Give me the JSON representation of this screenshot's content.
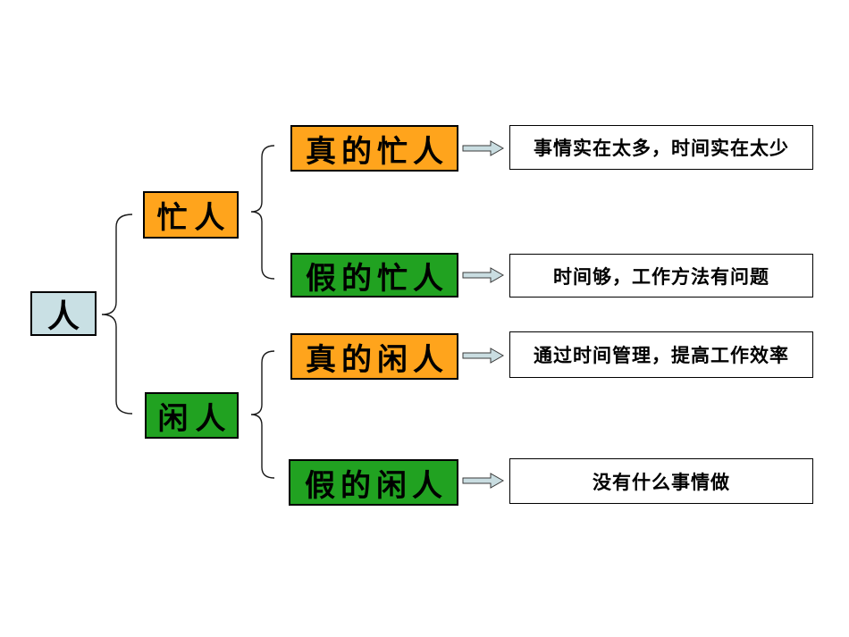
{
  "diagram": {
    "title_hint": "time-management classification of people",
    "root": {
      "label": "人"
    },
    "branches": [
      {
        "label": "忙人",
        "color": "#ffa41c",
        "children": [
          {
            "label": "真的忙人",
            "color": "#ffa41c",
            "note": "事情实在太多，时间实在太少"
          },
          {
            "label": "假的忙人",
            "color": "#21a221",
            "note": "时间够，工作方法有问题"
          }
        ]
      },
      {
        "label": "闲人",
        "color": "#21a221",
        "children": [
          {
            "label": "真的闲人",
            "color": "#ffa41c",
            "note": "通过时间管理，提高工作效率"
          },
          {
            "label": "假的闲人",
            "color": "#21a221",
            "note": "没有什么事情做"
          }
        ]
      }
    ],
    "colors": {
      "root_fill": "#c9e0e4",
      "orange_fill": "#ffa41c",
      "green_fill": "#21a221",
      "arrow_fill": "#c9dde1",
      "box_border": "#000000",
      "connector_stroke": "#1a1a1a",
      "background": "#ffffff"
    }
  }
}
